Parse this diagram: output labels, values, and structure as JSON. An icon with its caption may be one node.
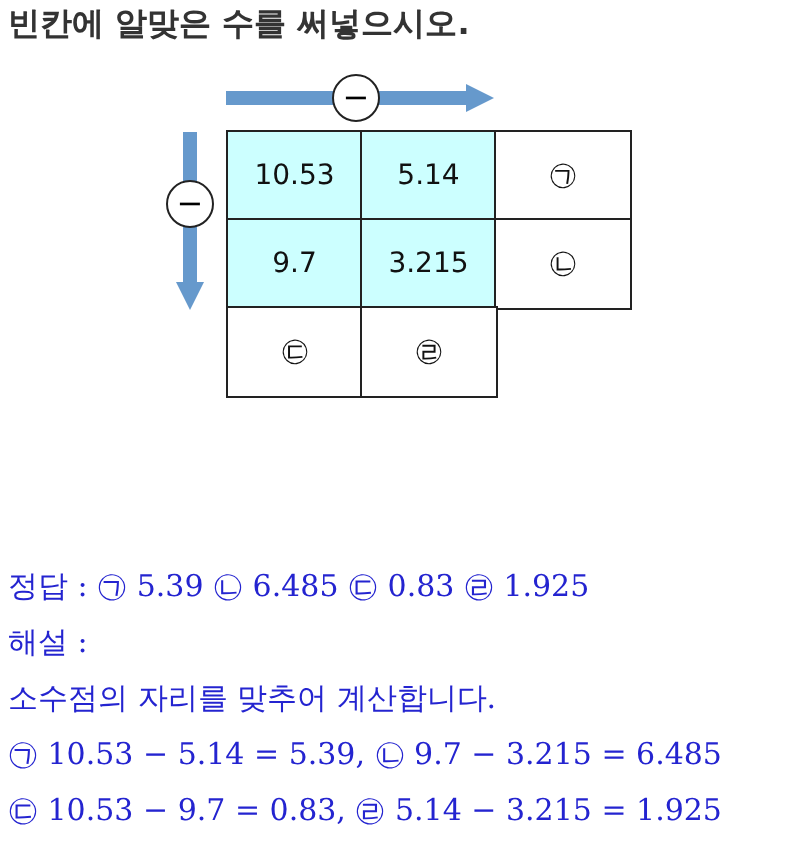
{
  "diagram": {
    "title": "빈칸에 알맞은 수를 써넣으시오.",
    "labels": [
      "−",
      "−",
      "10.53",
      "5.14",
      "㉠",
      "9.7",
      "3.215",
      "㉡",
      "㉢",
      "㉣",
      "정답 : ㉠ 5.39 ㉡ 6.485 ㉢ 0.83 ㉣ 1.925",
      "해설 :",
      "소수점의 자리를 맞추어 계산합니다.",
      "㉠ 10.53 − 5.14 = 5.39, ㉡ 9.7 − 3.215 = 6.485",
      "㉢ 10.53 − 9.7 = 0.83, ㉣ 5.14 − 3.215 = 1.925"
    ]
  }
}
